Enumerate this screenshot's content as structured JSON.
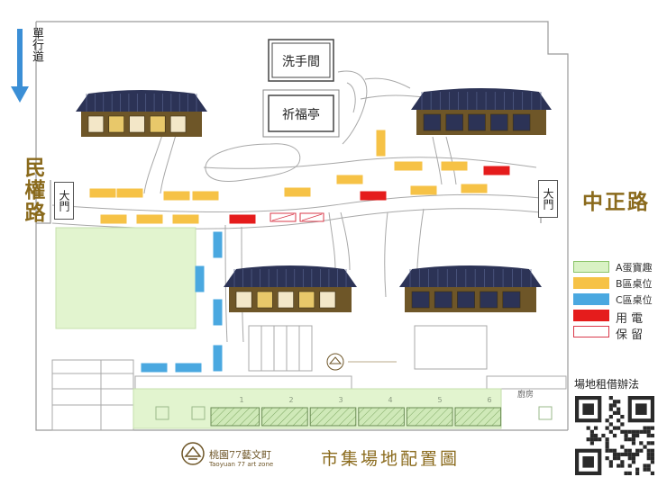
{
  "direction_note": "單行道",
  "streets": {
    "left": "民權路",
    "right": "中正路"
  },
  "gates": {
    "left": "大門",
    "right": "大門"
  },
  "buildings": {
    "washroom": "洗手間",
    "pavilion": "祈福亭",
    "kitchen": "廚房"
  },
  "booth_numbers": [
    "1",
    "2",
    "3",
    "4",
    "5",
    "6"
  ],
  "legend": [
    {
      "label": "A蛋寶趣",
      "fill": "#d9f2c4",
      "stroke": "#8cc46a"
    },
    {
      "label": "B區桌位",
      "fill": "#f6c246",
      "stroke": "#f6c246"
    },
    {
      "label": "C區桌位",
      "fill": "#4aa8e0",
      "stroke": "#4aa8e0"
    },
    {
      "label": "用  電",
      "fill": "#e51c1c",
      "stroke": "#e51c1c"
    },
    {
      "label": "保  留",
      "fill": "#ffffff",
      "stroke": "#d9394a"
    }
  ],
  "rental_info": "場地租借辦法",
  "qr_icon": "qr-code-icon",
  "logo": {
    "name_text": "桃園77藝文町",
    "sub_text": "Taoyuan 77 art zone",
    "icon": "zone-logo-icon"
  },
  "title": "市集場地配置圖",
  "colors": {
    "zone_a": "#d9f2c4",
    "zone_b": "#f6c246",
    "zone_c": "#4aa8e0",
    "power": "#e51c1c",
    "reserved": "#d9394a",
    "street": "#8a6a1c",
    "roof": "#2c3356",
    "wall": "#6e5628",
    "arrow": "#3b8fd6"
  }
}
